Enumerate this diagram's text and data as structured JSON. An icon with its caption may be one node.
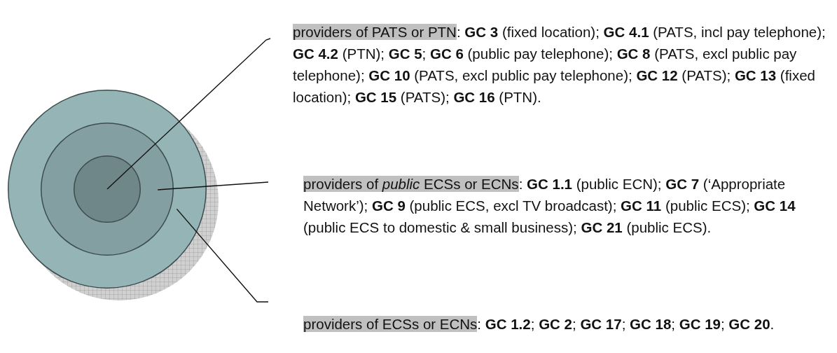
{
  "diagram": {
    "nodes": [
      {
        "text": [],
        "shape": "circle"
      },
      {
        "text": [],
        "shape": "circle",
        "in": 0
      },
      {
        "text": [],
        "shape": "circle",
        "in": 1
      },
      {
        "text": [
          "providers of PATS or PTN",
          ": **GC 3** (fixed location); **GC 4.1** (PATS, incl pay telephone); **GC 4.2** (PTN); **GC 5**; **GC 6** (public pay telephone); **GC 8** (PATS, excl public pay telephone); **GC 10** (PATS, excl public pay telephone); **GC 12** (PATS); **GC 13** (fixed location); **GC 15** (PATS); **GC 16** (PTN)."
        ]
      },
      {
        "text": [
          "providers of *public* ECSs or ECNs",
          ": **GC 1.1** (public ECN); **GC 7** (‘Appropriate Network’); **GC 9** (public ECS, excl TV broadcast); **GC 11** (public ECS); **GC 14** (public ECS to domestic & small business);  **GC 21** (public ECS)."
        ]
      },
      {
        "text": [
          "providers of ECSs or ECNs",
          ": **GC 1.2**; **GC 2**; **GC 17**; **GC 18**; **GC 19**; **GC 20**."
        ]
      }
    ],
    "edges": [
      {
        "from": 3,
        "to": 2,
        "arrow": "none"
      },
      {
        "from": 4,
        "to": 1,
        "arrow": "none"
      },
      {
        "from": 5,
        "to": 0,
        "arrow": "none"
      }
    ]
  }
}
